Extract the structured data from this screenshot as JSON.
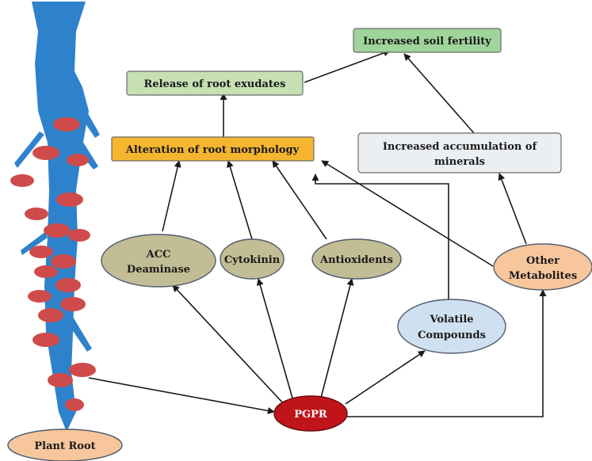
{
  "nodes": {
    "soil_fertility": "Increased soil fertility",
    "root_exudates": "Release of root exudates",
    "root_morphology": "Alteration of root morphology",
    "accumulation_line1": "Increased accumulation of",
    "accumulation_line2": "minerals",
    "acc_line1": "ACC",
    "acc_line2": "Deaminase",
    "cytokinin": "Cytokinin",
    "antioxidents": "Antioxidents",
    "other_line1": "Other",
    "other_line2": "Metabolites",
    "volatile_line1": "Volatile",
    "volatile_line2": "Compounds",
    "pgpr": "PGPR",
    "plant_root": "Plant Root"
  },
  "colors": {
    "green_box": "#9fd49b",
    "light_green_box": "#c6e0b4",
    "orange_box": "#f5b52e",
    "grey_box": "#eceff2",
    "olive_ellipse": "#c3bd96",
    "peach_ellipse": "#f7c69d",
    "blue_ellipse": "#cfe0f0",
    "pgpr_red": "#c0141b",
    "root_blue": "#2e82cc",
    "nodule_red": "#cf4b4b"
  }
}
